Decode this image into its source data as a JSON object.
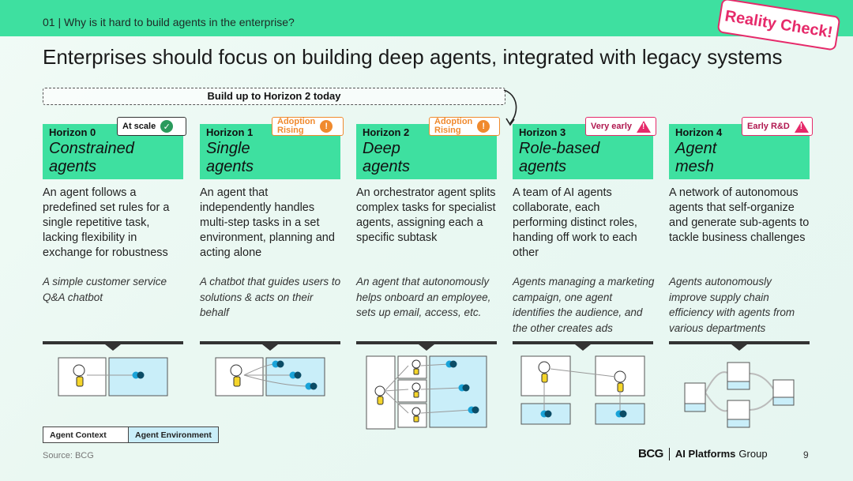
{
  "header": {
    "section": "01  |  Why is it hard to build agents in the enterprise?",
    "stamp": "Reality Check!"
  },
  "title": "Enterprises should focus on building deep agents, integrated with legacy systems",
  "buildup_label": "Build up to Horizon 2 today",
  "horizons": [
    {
      "name": "Horizon 0",
      "title_line1": "Constrained",
      "title_line2": "agents",
      "badge": "At scale",
      "badge_type": "green",
      "description": "An agent follows a predefined set rules for a single repetitive task, lacking flexibility in exchange for robustness",
      "example": "A simple customer service Q&A chatbot"
    },
    {
      "name": "Horizon 1",
      "title_line1": "Single",
      "title_line2": "agents",
      "badge_line1": "Adoption",
      "badge_line2": "Rising",
      "badge_type": "orange",
      "description": "An agent that independently handles multi-step tasks in a set environment, planning and acting alone",
      "example": "A chatbot that guides users to solutions & acts on their behalf"
    },
    {
      "name": "Horizon 2",
      "title_line1": "Deep",
      "title_line2": "agents",
      "badge_line1": "Adoption",
      "badge_line2": "Rising",
      "badge_type": "orange",
      "description": "An orchestrator agent splits complex tasks for specialist agents, assigning each a specific subtask",
      "example": "An agent that autonomously helps onboard an employee, sets up email, access, etc."
    },
    {
      "name": "Horizon 3",
      "title_line1": "Role-based",
      "title_line2": "agents",
      "badge": "Very early",
      "badge_type": "pink",
      "description": "A team of AI agents collaborate, each performing distinct roles, handing off work to each other",
      "example": "Agents managing a marketing campaign, one agent identifies the audience, and the other creates ads"
    },
    {
      "name": "Horizon 4",
      "title_line1": "Agent",
      "title_line2": "mesh",
      "badge": "Early R&D",
      "badge_type": "pink",
      "description": "A network of autonomous agents that self-organize and generate sub-agents to tackle business challenges",
      "example": "Agents autonomously improve supply chain efficiency with agents from various departments"
    }
  ],
  "legend": {
    "context": "Agent Context",
    "environment": "Agent Environment"
  },
  "footer": {
    "source": "Source: BCG",
    "logo_bcg": "BCG",
    "logo_ai": "AI Platforms",
    "logo_group": "Group",
    "page": "9"
  },
  "colors": {
    "accent_green": "#3ee0a0",
    "alert_pink": "#e62a6a",
    "adoption_orange": "#f08a2e",
    "environment_blue": "#c9eef9"
  }
}
